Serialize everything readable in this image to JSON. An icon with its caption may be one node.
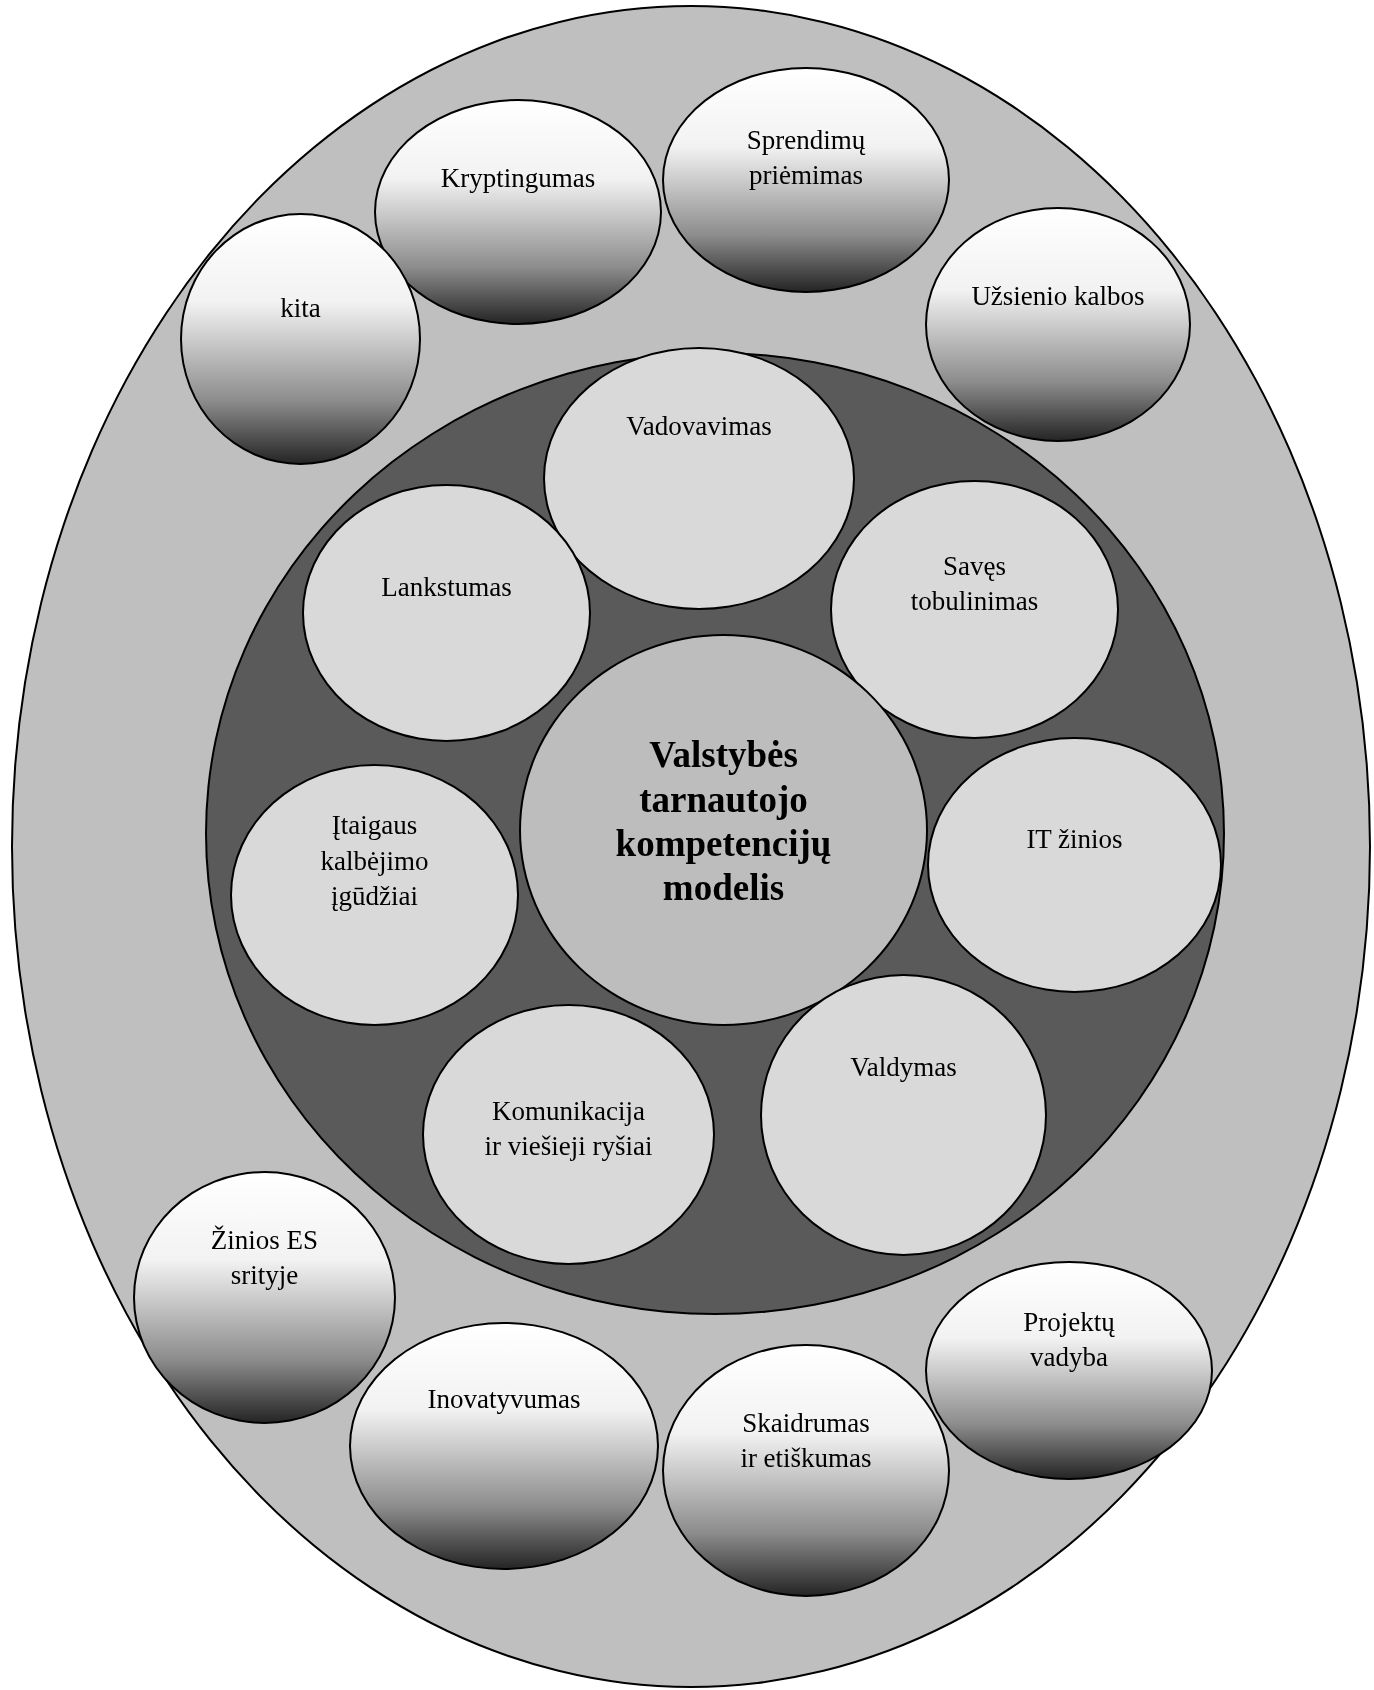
{
  "diagram": {
    "nodes": [
      {
        "text": [],
        "shape": "ellipse"
      },
      {
        "text": [
          "Kryptingumas"
        ],
        "in": 0
      },
      {
        "text": [
          "Sprendimų priėmimas"
        ],
        "in": 0
      },
      {
        "text": [
          "Užsienio kalbos"
        ],
        "in": 0
      },
      {
        "text": [
          "kita"
        ],
        "in": 0
      },
      {
        "text": [],
        "shape": "circle",
        "in": 0
      },
      {
        "text": [
          "Vadovavimas"
        ],
        "in": 5
      },
      {
        "text": [
          "Lankstumas"
        ],
        "in": 5
      },
      {
        "text": [
          "Savęs tobulinimas"
        ],
        "in": 5
      },
      {
        "text": [
          "Valstybės tarnautojo kompetencijų modelis"
        ],
        "in": 5
      },
      {
        "text": [
          "Įtaigaus kalbėjimo įgūdžiai"
        ],
        "in": 5
      },
      {
        "text": [
          "IT žinios"
        ],
        "in": 5
      },
      {
        "text": [
          "Komunikacija ir viešieji ryšiai"
        ],
        "in": 5
      },
      {
        "text": [
          "Valdymas"
        ],
        "in": 5
      },
      {
        "text": [
          "Žinios ES srityje"
        ],
        "in": 0
      },
      {
        "text": [
          "Projektų vadyba"
        ],
        "in": 0
      },
      {
        "text": [
          "Inovatyvumas"
        ],
        "in": 0
      },
      {
        "text": [
          "Skaidrumas ir etiškumas"
        ],
        "in": 0
      }
    ]
  }
}
